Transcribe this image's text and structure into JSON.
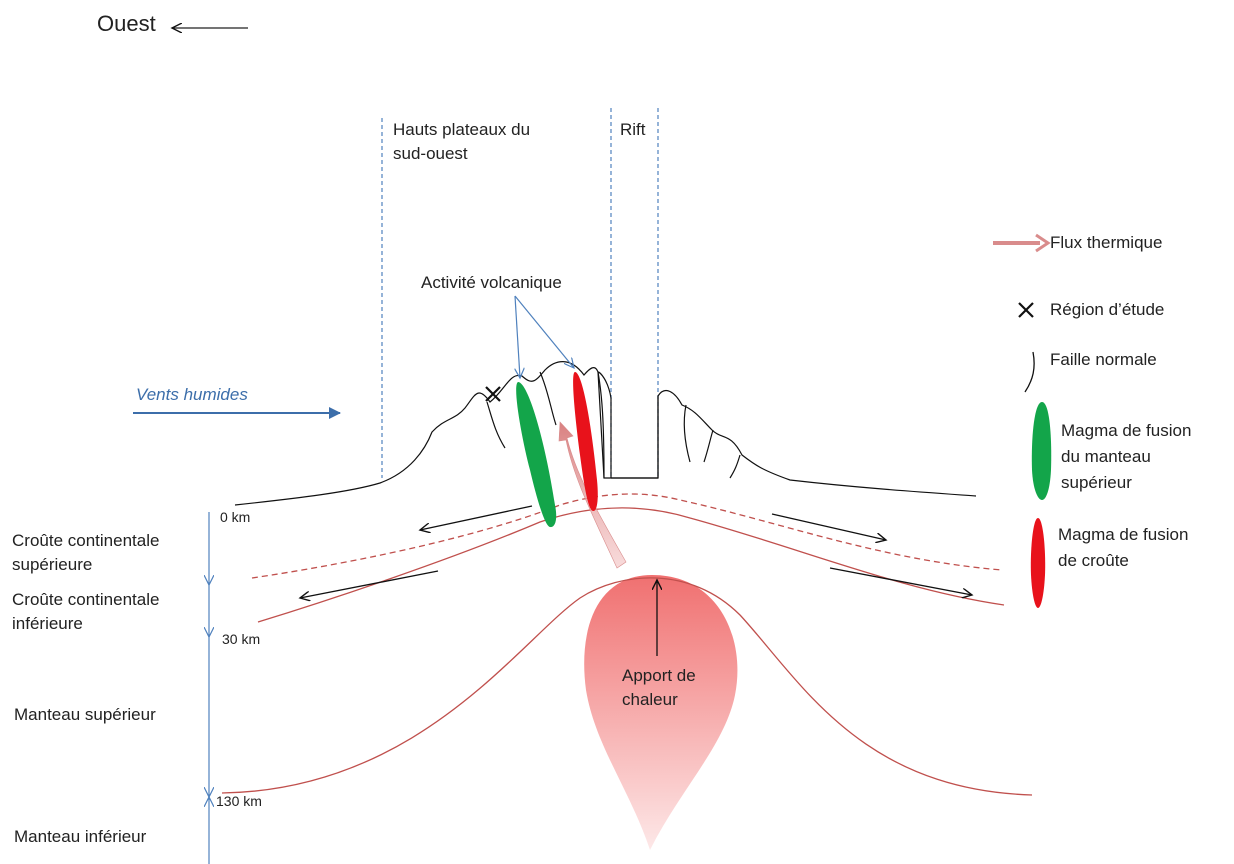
{
  "orientation": {
    "label": "Ouest"
  },
  "zones": {
    "highlands": "Hauts plateaux du\nsud-ouest",
    "rift": "Rift"
  },
  "annotations": {
    "volcanic": "Activité volcanique",
    "winds": "Vents humides",
    "heat_source": "Apport de\nchaleur"
  },
  "depths": {
    "d0": "0 km",
    "d30": "30 km",
    "d130": "130 km"
  },
  "layers": {
    "upper_crust": "Croûte continentale\nsupérieure",
    "lower_crust": "Croûte continentale\ninférieure",
    "upper_mantle": "Manteau supérieur",
    "lower_mantle": "Manteau inférieur"
  },
  "legend": {
    "thermal_flux": "Flux thermique",
    "study_region": "Région d’étude",
    "normal_fault": "Faille normale",
    "mantle_magma": "Magma de fusion\ndu manteau\nsupérieur",
    "crust_magma": "Magma de fusion\nde croûte"
  },
  "colors": {
    "mantle_magma": "#13a54a",
    "crust_magma": "#e8121b",
    "thermal_flux": "#d98c8c",
    "boundary": "#c0504d",
    "guide": "#4f81bd",
    "plume_top": "#f07070",
    "plume_bottom": "#fde2e2"
  }
}
